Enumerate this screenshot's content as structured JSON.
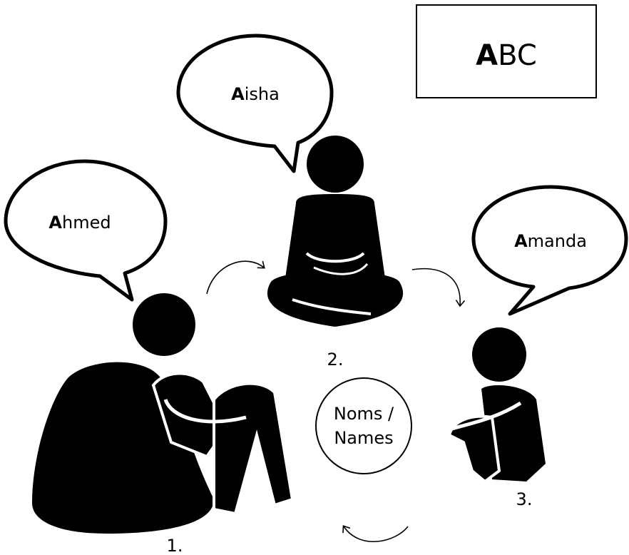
{
  "abc_box": {
    "initial": "A",
    "rest": "BC"
  },
  "speakers": [
    {
      "number": "1.",
      "initial": "A",
      "rest": "hmed"
    },
    {
      "number": "2.",
      "initial": "A",
      "rest": "isha"
    },
    {
      "number": "3.",
      "initial": "A",
      "rest": "manda"
    }
  ],
  "center_label": {
    "line1": "Noms /",
    "line2": "Names"
  }
}
